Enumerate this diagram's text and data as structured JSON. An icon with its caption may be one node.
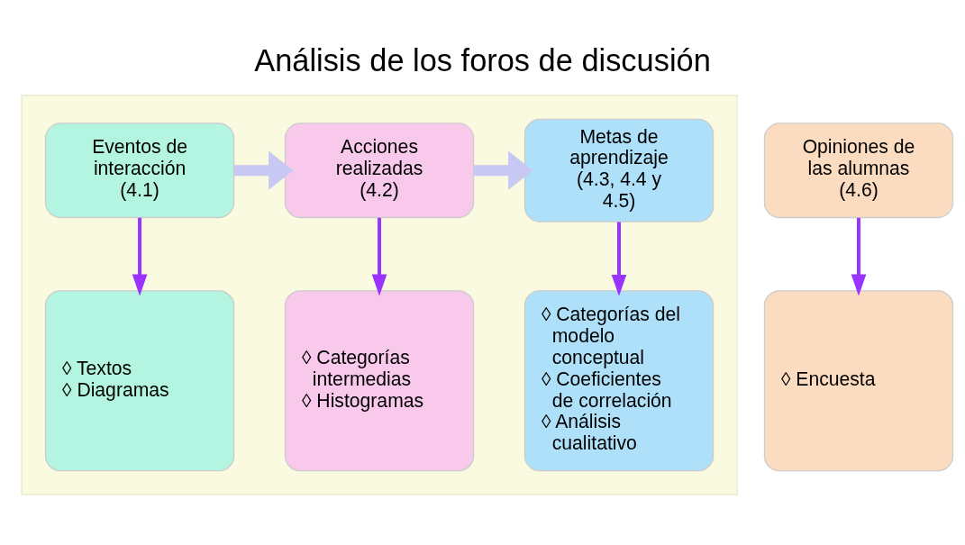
{
  "diagram": {
    "title": "Análisis de los foros de discusión",
    "nodes": [
      {
        "text": [],
        "shape": "box"
      },
      {
        "text": [
          "Eventos de interacción (4.1)"
        ],
        "in": 0
      },
      {
        "text": [
          "Acciones realizadas (4.2)"
        ],
        "in": 0
      },
      {
        "text": [
          "Metas de aprendizaje (4.3, 4.4 y 4.5)"
        ],
        "in": 0
      },
      {
        "text": [
          "◊ Textos",
          "◊ Diagramas"
        ],
        "in": 0
      },
      {
        "text": [
          "◊ Categorías intermedias",
          "◊ Histogramas"
        ],
        "in": 0
      },
      {
        "text": [
          "◊ Categorías del modelo conceptual",
          "◊ Coeficientes de correlación",
          "◊ Análisis cualitativo"
        ],
        "in": 0
      },
      {
        "text": [
          "Opiniones de las alumnas (4.6)"
        ]
      },
      {
        "text": [
          "◊ Encuesta"
        ]
      }
    ],
    "edges": [
      {
        "from": 1,
        "to": 2,
        "arrow": "to",
        "style": "thick",
        "color": "#c8c8f4"
      },
      {
        "from": 2,
        "to": 3,
        "arrow": "to",
        "style": "thick",
        "color": "#c8c8f4"
      },
      {
        "from": 1,
        "to": 4,
        "arrow": "to"
      },
      {
        "from": 2,
        "to": 5,
        "arrow": "to"
      },
      {
        "from": 3,
        "to": 6,
        "arrow": "to"
      },
      {
        "from": 7,
        "to": 8,
        "arrow": "to"
      }
    ]
  }
}
